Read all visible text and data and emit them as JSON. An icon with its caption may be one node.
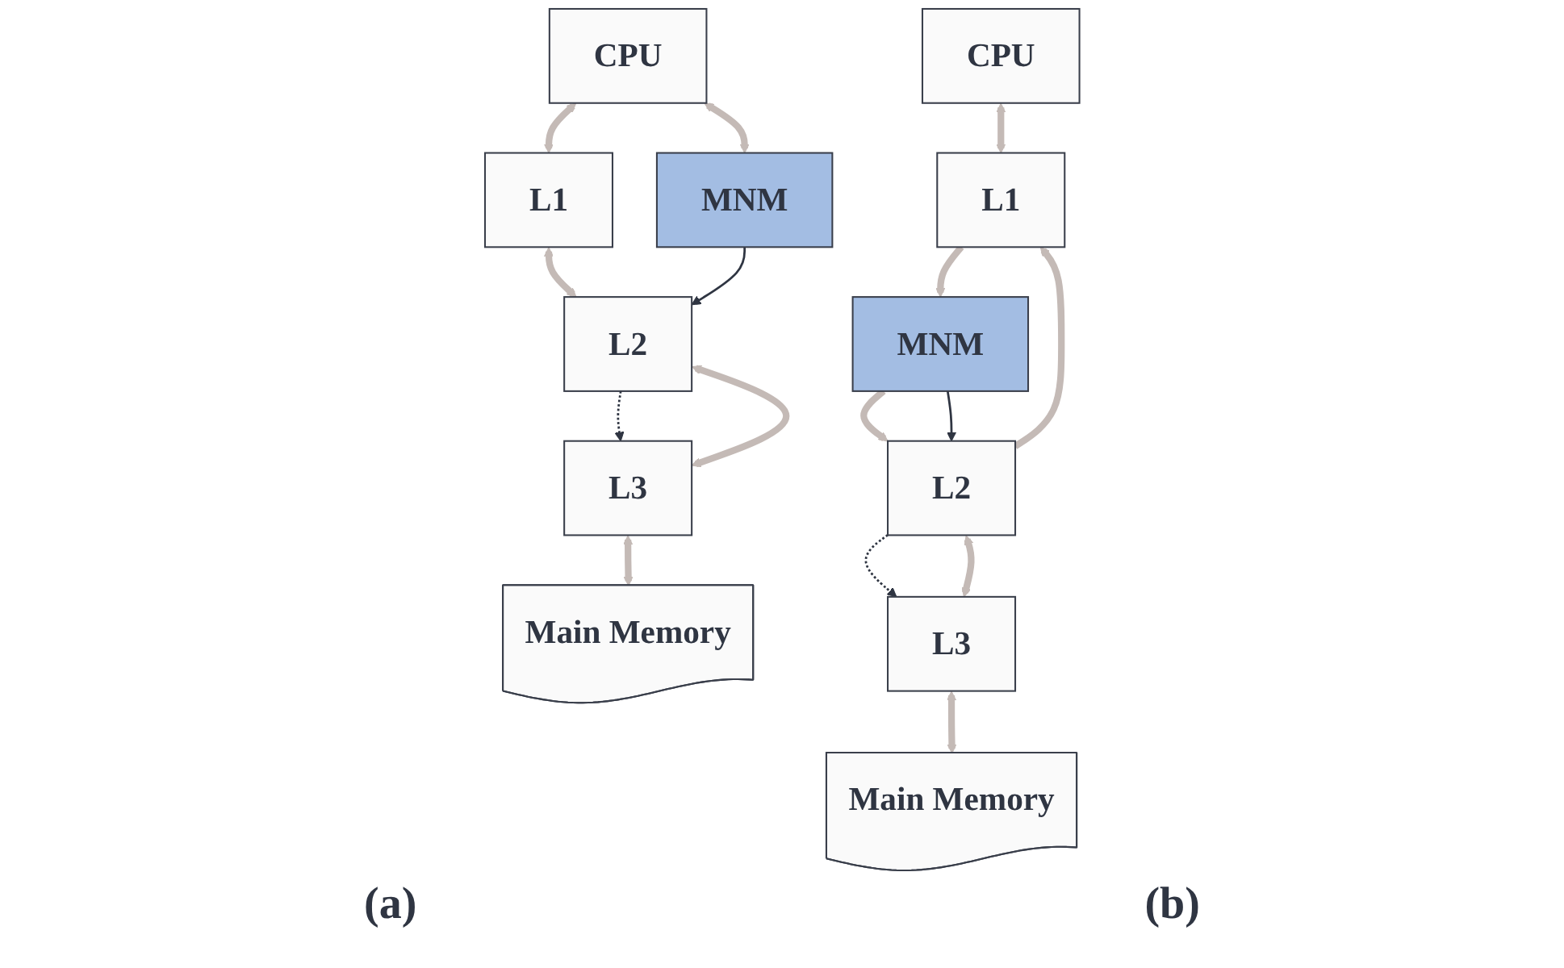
{
  "diagram": {
    "nodes": [
      {
        "text": [
          "CPU"
        ]
      },
      {
        "text": [
          "MNM"
        ]
      },
      {
        "text": [
          "L1"
        ]
      },
      {
        "text": [
          "L2"
        ]
      },
      {
        "text": [
          "L3"
        ]
      },
      {
        "text": [
          "Main Memory"
        ]
      },
      {
        "text": [
          "CPU"
        ]
      },
      {
        "text": [
          "MNM"
        ]
      },
      {
        "text": [
          "L1"
        ]
      },
      {
        "text": [
          "L2"
        ]
      },
      {
        "text": [
          "L3"
        ]
      },
      {
        "text": [
          "Main Memory"
        ]
      }
    ],
    "edges": [
      {
        "from": 0,
        "to": 2,
        "arrow": "both"
      },
      {
        "from": 0,
        "to": 1,
        "arrow": "both"
      },
      {
        "from": 2,
        "to": 3,
        "arrow": "both"
      },
      {
        "from": 1,
        "to": 3,
        "arrow": "to",
        "color": "#2f3542"
      },
      {
        "from": 3,
        "to": 4,
        "arrow": "to",
        "style": "dashed",
        "color": "#2f3542"
      },
      {
        "from": 3,
        "to": 4,
        "arrow": "both"
      },
      {
        "from": 4,
        "to": 5,
        "arrow": "both"
      },
      {
        "from": 6,
        "to": 8,
        "arrow": "both"
      },
      {
        "from": 8,
        "to": 7,
        "arrow": "to"
      },
      {
        "from": 9,
        "to": 8,
        "arrow": "to"
      },
      {
        "from": 7,
        "to": 9,
        "arrow": "to"
      },
      {
        "from": 7,
        "to": 9,
        "arrow": "to",
        "color": "#2f3542"
      },
      {
        "from": 9,
        "to": 10,
        "arrow": "to",
        "style": "dashed",
        "color": "#2f3542"
      },
      {
        "from": 9,
        "to": 10,
        "arrow": "both"
      },
      {
        "from": 10,
        "to": 11,
        "arrow": "both"
      }
    ],
    "labels": [
      "(a)",
      "(b)"
    ]
  }
}
